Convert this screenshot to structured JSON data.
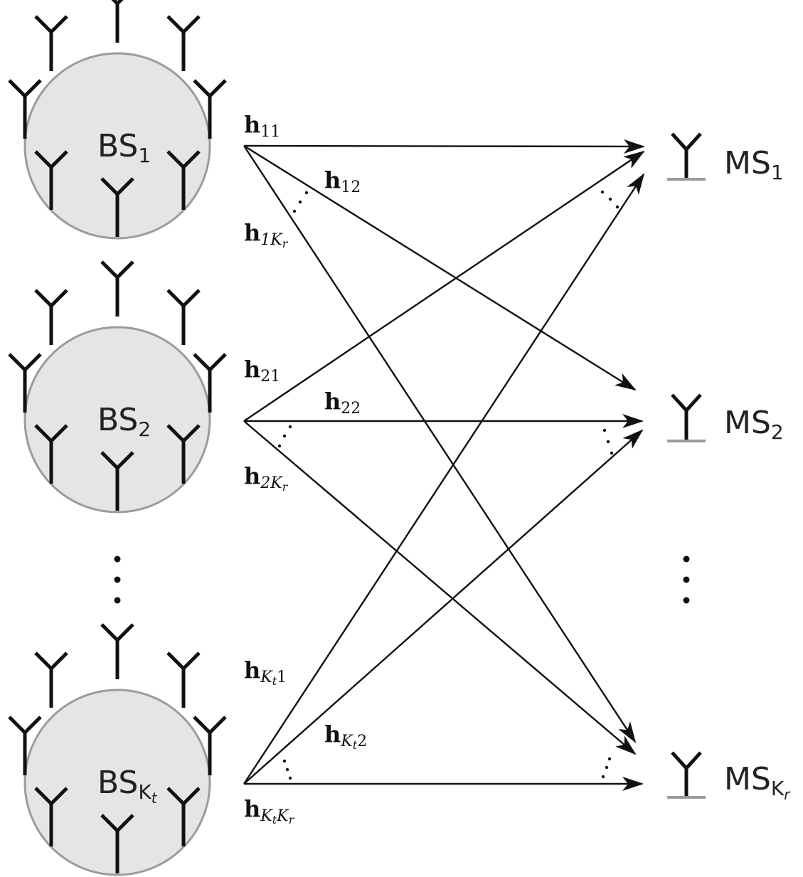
{
  "base_stations": [
    {
      "label": "BS",
      "sub": "1"
    },
    {
      "label": "BS",
      "sub": "2"
    },
    {
      "label": "BS",
      "sub": "K",
      "sub2": "t"
    }
  ],
  "mobile_stations": [
    {
      "label": "MS",
      "sub": "1"
    },
    {
      "label": "MS",
      "sub": "2"
    },
    {
      "label": "MS",
      "sub": "K",
      "sub2": "r"
    }
  ],
  "channels": [
    {
      "id": "h11",
      "base": "h",
      "sub": "11",
      "from": 0,
      "to": 0
    },
    {
      "id": "h12",
      "base": "h",
      "sub": "12",
      "from": 0,
      "to": 1
    },
    {
      "id": "h1Kr",
      "base": "h",
      "sub": "1K",
      "sub2": "r",
      "from": 0,
      "to": 2
    },
    {
      "id": "h21",
      "base": "h",
      "sub": "21",
      "from": 1,
      "to": 0
    },
    {
      "id": "h22",
      "base": "h",
      "sub": "22",
      "from": 1,
      "to": 1
    },
    {
      "id": "h2Kr",
      "base": "h",
      "sub": "2K",
      "sub2": "r",
      "from": 1,
      "to": 2
    },
    {
      "id": "hKt1",
      "base": "h",
      "sub": "K",
      "sub2": "t",
      "sub3": "1",
      "from": 2,
      "to": 0
    },
    {
      "id": "hKt2",
      "base": "h",
      "sub": "K",
      "sub2": "t",
      "sub3": "2",
      "from": 2,
      "to": 1
    },
    {
      "id": "hKtKr",
      "base": "h",
      "sub": "K",
      "sub2": "t",
      "sub3": "K",
      "sub4": "r",
      "from": 2,
      "to": 2
    }
  ],
  "colors": {
    "bs_fill": "#e4e5e6",
    "bs_outline": "#999b9d",
    "ms_base": "#999b9d",
    "line": "#111111"
  },
  "ellipsis_symbol": "vertical-dots"
}
